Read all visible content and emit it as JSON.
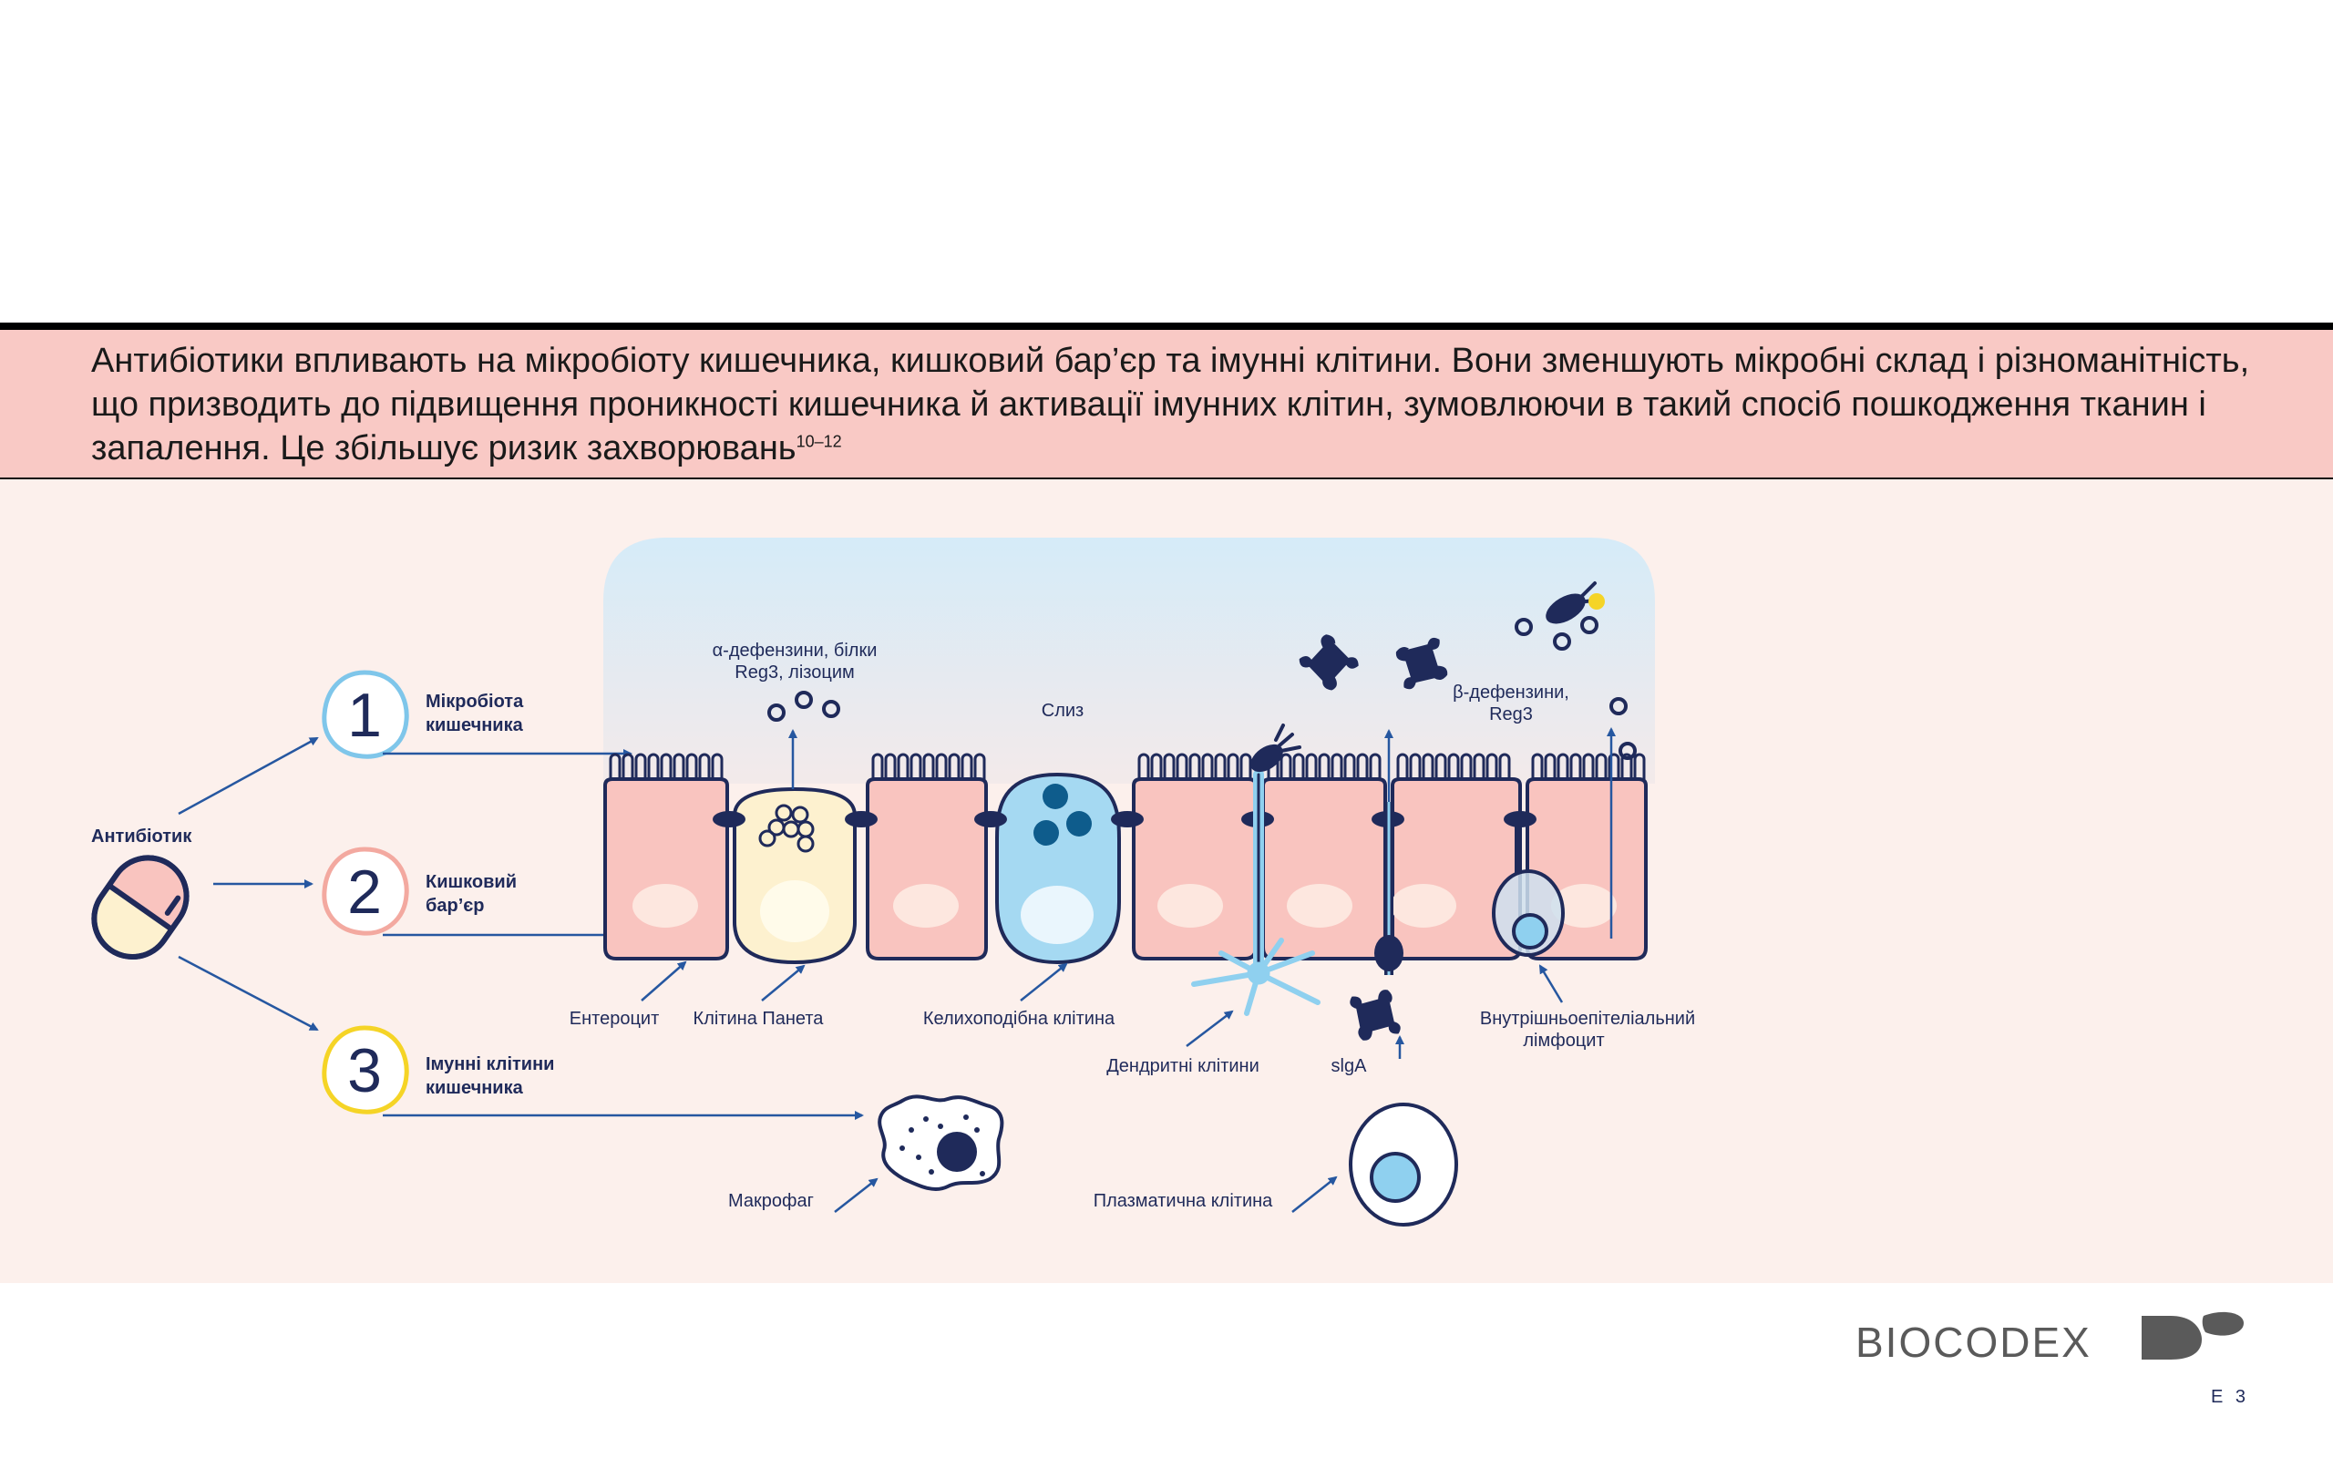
{
  "banner": {
    "text": "Антибіотики впливають на мікробіоту кишечника, кишковий бар’єр та імунні клітини. Вони зменшують мікробні склад і різноманітність, що призводить до підвищення проникності кишечника й активації імунних клітин, зумовлюючи в такий спосіб пошкодження тканин і запалення. Це збільшує ризик захворювань",
    "ref": "10–12"
  },
  "left": {
    "antibiotic": "Антибіотик",
    "items": [
      {
        "number": "1",
        "line1": "Мікробіота",
        "line2": "кишечника",
        "ring_color": "#7fc6ea"
      },
      {
        "number": "2",
        "line1": "Кишковий",
        "line2": "бар’єр",
        "ring_color": "#f3a9a0"
      },
      {
        "number": "3",
        "line1": "Імунні клітини",
        "line2": "кишечника",
        "ring_color": "#f5d426"
      }
    ]
  },
  "labels": {
    "defensins_a_1": "α-дефензини, білки",
    "defensins_a_2": "Reg3, лізоцим",
    "mucus": "Слиз",
    "defensins_b_1": "β-дефензини,",
    "defensins_b_2": "Reg3",
    "enterocyte": "Ентероцит",
    "paneth": "Клітина Панета",
    "goblet": "Келихоподібна клітина",
    "dendritic": "Дендритні клітини",
    "siga": "slgA",
    "iel_1": "Внутрішньоепітеліальний",
    "iel_2": "лімфоцит",
    "macrophage": "Макрофаг",
    "plasma": "Плазматична клітина"
  },
  "colors": {
    "navy": "#1f2a5a",
    "epithelial": "#f9c4bf",
    "lumen": "#dbedf7",
    "paneth": "#fdf1cf",
    "goblet": "#a5d9f2",
    "arrow": "#2657a0",
    "dendritic": "#8fd0ef"
  },
  "footer": {
    "brand": "BIOCODEX",
    "page": "E 3"
  }
}
